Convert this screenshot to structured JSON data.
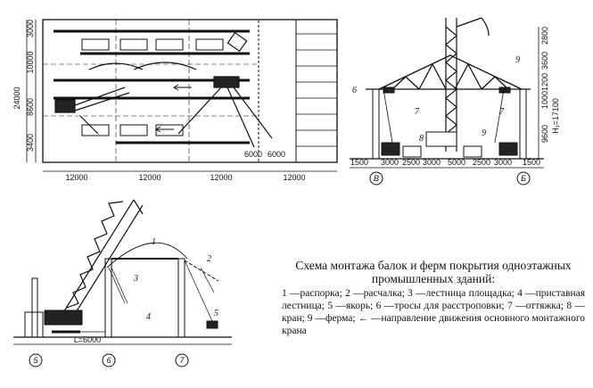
{
  "plan": {
    "bottom_dims": [
      "12000",
      "12000",
      "12000",
      "6000",
      "6000",
      "12000"
    ],
    "mid_dims": [
      "6000",
      "6000"
    ],
    "left_total": "24000",
    "left_parts": [
      "3400",
      "8600",
      "10000",
      "3000"
    ]
  },
  "section": {
    "bottom_dims": [
      "1500",
      "3000",
      "2500",
      "3000",
      "5000",
      "2500",
      "3000",
      "1500"
    ],
    "right_dims": [
      "9600",
      "1000",
      "1200",
      "3600",
      "2800",
      "H₁=17100"
    ],
    "axes": [
      "В",
      "Б"
    ],
    "labels": [
      "6",
      "7",
      "7",
      "8",
      "9",
      "9"
    ]
  },
  "side": {
    "dim": "L=6000",
    "axes": [
      "5",
      "6",
      "7"
    ],
    "labels": [
      "1",
      "2",
      "3",
      "4",
      "5"
    ]
  },
  "caption": {
    "title": "Схема монтажа балок и ферм покрытия одноэтажных промышленных зданий:",
    "legend": "1 —распорка; 2 —расчалка; 3 —лестница площадка; 4 —приставная лестница; 5 —якорь; 6 —тросы для расстроповки; 7 —оттяжка; 8 —кран; 9 —ферма; ← —направление движения основного монтажного крана"
  }
}
